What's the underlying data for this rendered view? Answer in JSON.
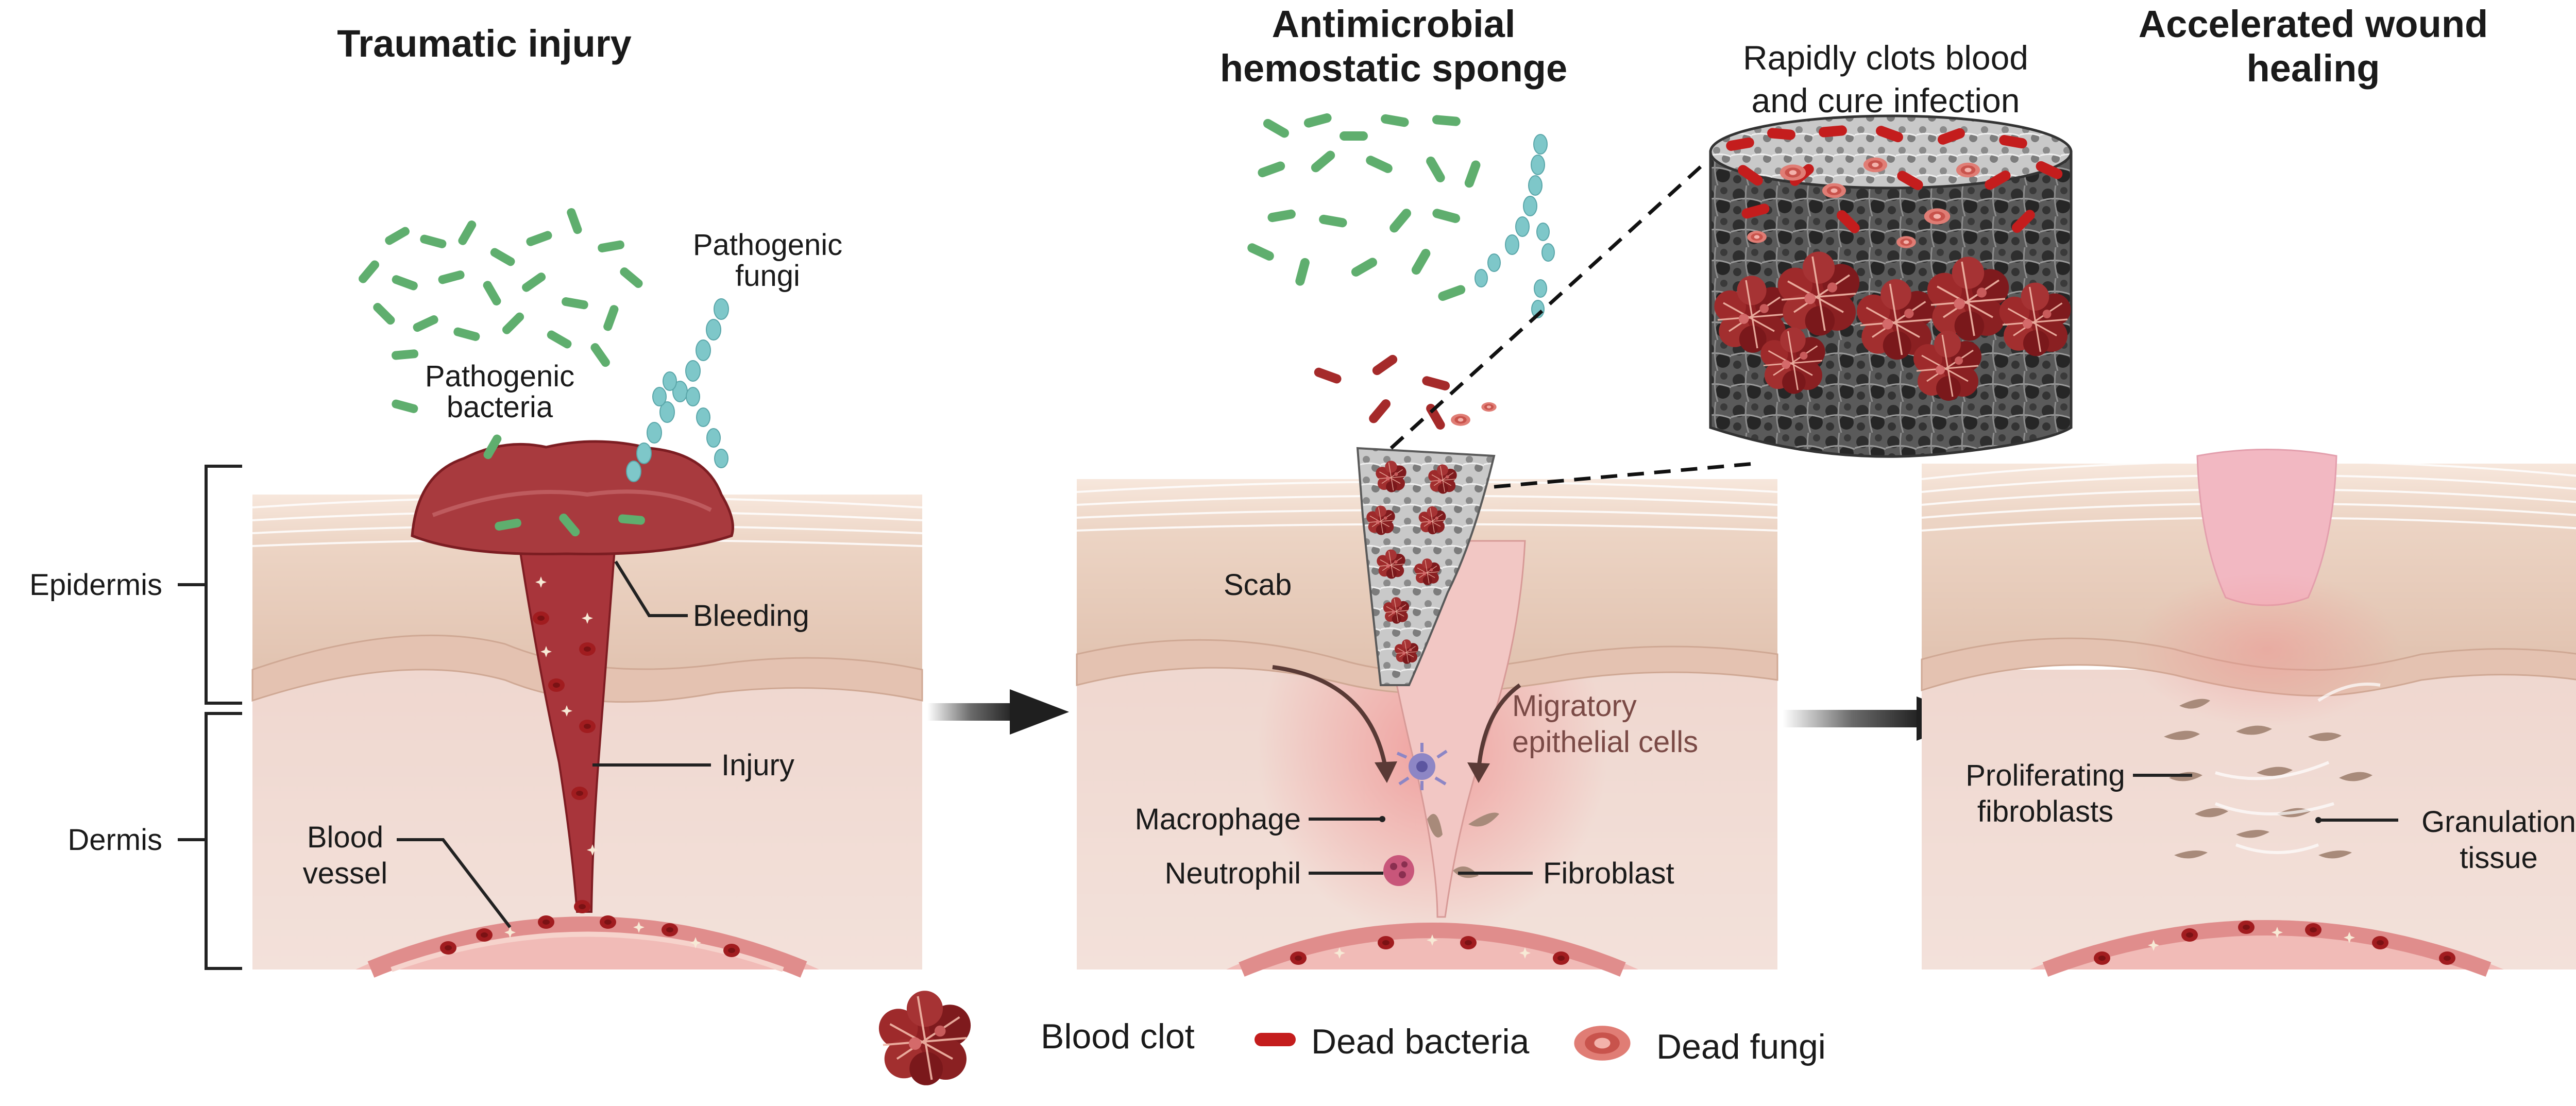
{
  "titles": {
    "injury": "Traumatic injury",
    "sponge_1": "Antimicrobial",
    "sponge_2": "hemostatic sponge",
    "healing_1": "Accelerated wound",
    "healing_2": "healing"
  },
  "callout": {
    "line1": "Rapidly clots blood",
    "line2": "and cure infection"
  },
  "layers": {
    "epidermis": "Epidermis",
    "dermis": "Dermis"
  },
  "panel1": {
    "fungi_1": "Pathogenic",
    "fungi_2": "fungi",
    "bacteria_1": "Pathogenic",
    "bacteria_2": "bacteria",
    "bleeding": "Bleeding",
    "injury": "Injury",
    "vessel_1": "Blood",
    "vessel_2": "vessel"
  },
  "panel2": {
    "scab": "Scab",
    "migratory_1": "Migratory",
    "migratory_2": "epithelial cells",
    "macrophage": "Macrophage",
    "neutrophil": "Neutrophil",
    "fibroblast": "Fibroblast"
  },
  "panel3": {
    "prolif_1": "Proliferating",
    "prolif_2": "fibroblasts",
    "gran_1": "Granulation",
    "gran_2": "tissue"
  },
  "legend": {
    "clot": "Blood clot",
    "dead_bacteria": "Dead bacteria",
    "dead_fungi": "Dead fungi"
  },
  "colors": {
    "bacteria": "#5fae6e",
    "fungi": "#7ec7c9",
    "blood": "#8e1f22",
    "dead_bacteria": "#c41d1d",
    "epidermis": "#e9cdbd",
    "dermis": "#f2ddd6",
    "vessel": "#d88080"
  }
}
